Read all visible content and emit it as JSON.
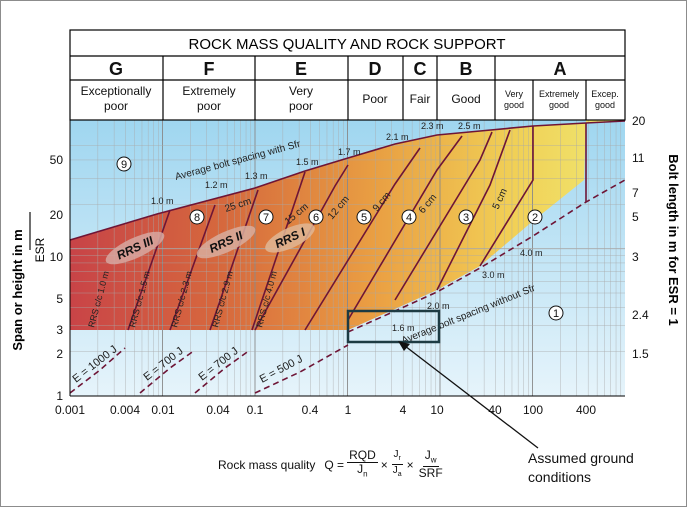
{
  "title": "ROCK MASS QUALITY AND ROCK SUPPORT",
  "classes": [
    {
      "letter": "G",
      "desc": [
        "Exceptionally",
        "poor"
      ]
    },
    {
      "letter": "F",
      "desc": [
        "Extremely",
        "poor"
      ]
    },
    {
      "letter": "E",
      "desc": [
        "Very",
        "poor"
      ]
    },
    {
      "letter": "D",
      "desc": [
        "Poor"
      ]
    },
    {
      "letter": "C",
      "desc": [
        "Fair"
      ]
    },
    {
      "letter": "B",
      "desc": [
        "Good"
      ]
    },
    {
      "letter": "A",
      "subs": [
        [
          "Very",
          "good"
        ],
        [
          "Extremely",
          "good"
        ],
        [
          "Excep.",
          "good"
        ]
      ]
    }
  ],
  "x_ticks": [
    "0.001",
    "0.004",
    "0.01",
    "0.04",
    "0.1",
    "0.4",
    "1",
    "4",
    "10",
    "40",
    "100",
    "400"
  ],
  "y_left_ticks": [
    "1",
    "2",
    "3",
    "5",
    "10",
    "20",
    "50"
  ],
  "y_left_label": "Span or height in m",
  "y_left_sublabel": "ESR",
  "y_right_ticks": [
    "1.5",
    "2.4",
    "3",
    "5",
    "7",
    "11",
    "20"
  ],
  "y_right_label": "Bolt length in m for ESR = 1",
  "zones": [
    "1",
    "2",
    "3",
    "4",
    "5",
    "6",
    "7",
    "8",
    "9"
  ],
  "rrs_labels": [
    "RRS III",
    "RRS II",
    "RRS I"
  ],
  "bolt_spacing_with": "Average bolt spacing with Sfr",
  "bolt_spacing_without": "Average bolt spacing without Sfr",
  "spacing_values": [
    "1.0 m",
    "1.2 m",
    "1.3 m",
    "1.5 m",
    "1.7 m",
    "2.1 m",
    "2.3 m",
    "2.5 m",
    "1.6 m",
    "2.0 m",
    "3.0 m",
    "4.0 m"
  ],
  "shotcrete_thickness": [
    "25 cm",
    "15 cm",
    "12 cm",
    "9 cm",
    "6 cm",
    "5 cm"
  ],
  "rrs_specs": [
    "RRS c/c 1.0 m",
    "RRS c/c 1.5 m",
    "RRS c/c 2.3 m",
    "RRS c/c 2.9 m",
    "RRS c/c 4.0 m"
  ],
  "energy_labels": [
    "E = 1000 J",
    "E = 700 J",
    "E = 700 J",
    "E = 500 J"
  ],
  "formula": {
    "prefix": "Rock mass quality",
    "q": "Q =",
    "rqd": "RQD",
    "jn": "J",
    "jn_sub": "n",
    "jr": "J",
    "jr_sub": "r",
    "ja": "J",
    "ja_sub": "a",
    "jw": "J",
    "jw_sub": "w",
    "srf": "SRF",
    "times": "×"
  },
  "callout": {
    "line1": "Assumed ground",
    "line2": "conditions"
  },
  "colors": {
    "sky": "#bfe3f3",
    "frame": "#6e1536",
    "curve": "#6e1536",
    "axis": "#000000",
    "box": "#1d3b43"
  }
}
